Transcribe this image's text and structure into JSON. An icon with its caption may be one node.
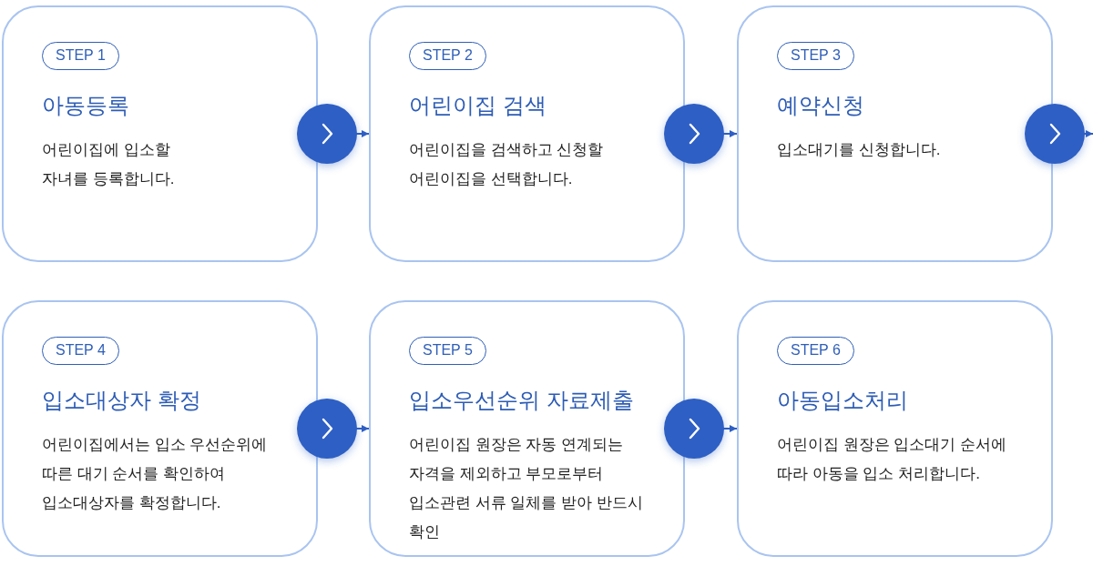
{
  "diagram": {
    "nodes": [
      {
        "text": [
          "STEP 1",
          "아동등록",
          "어린이집에 입소할 자녀를 등록합니다."
        ]
      },
      {
        "text": [
          "STEP 2",
          "어린이집 검색",
          "어린이집을 검색하고 신청할 어린이집을 선택합니다."
        ]
      },
      {
        "text": [
          "STEP 3",
          "예약신청",
          "입소대기를 신청합니다."
        ]
      },
      {
        "text": [
          "STEP 4",
          "입소대상자 확정",
          "어린이집에서는 입소 우선순위에 따른 대기 순서를 확인하여 입소대상자를 확정합니다."
        ]
      },
      {
        "text": [
          "STEP 5",
          "입소우선순위 자료제출",
          "어린이집 원장은 자동 연계되는 자격을 제외하고 부모로부터 입소관련 서류 일체를 받아 반드시 확인"
        ]
      },
      {
        "text": [
          "STEP 6",
          "아동입소처리",
          "어린이집 원장은 입소대기 순서에 따라 아동을 입소 처리합니다."
        ]
      }
    ],
    "edges": [
      {
        "from": 0,
        "to": 1,
        "arrow": "to"
      },
      {
        "from": 1,
        "to": 2,
        "arrow": "to"
      },
      {
        "from": 2,
        "to": null,
        "arrow": "to"
      },
      {
        "from": 3,
        "to": 4,
        "arrow": "to"
      },
      {
        "from": 4,
        "to": 5,
        "arrow": "to"
      }
    ]
  }
}
